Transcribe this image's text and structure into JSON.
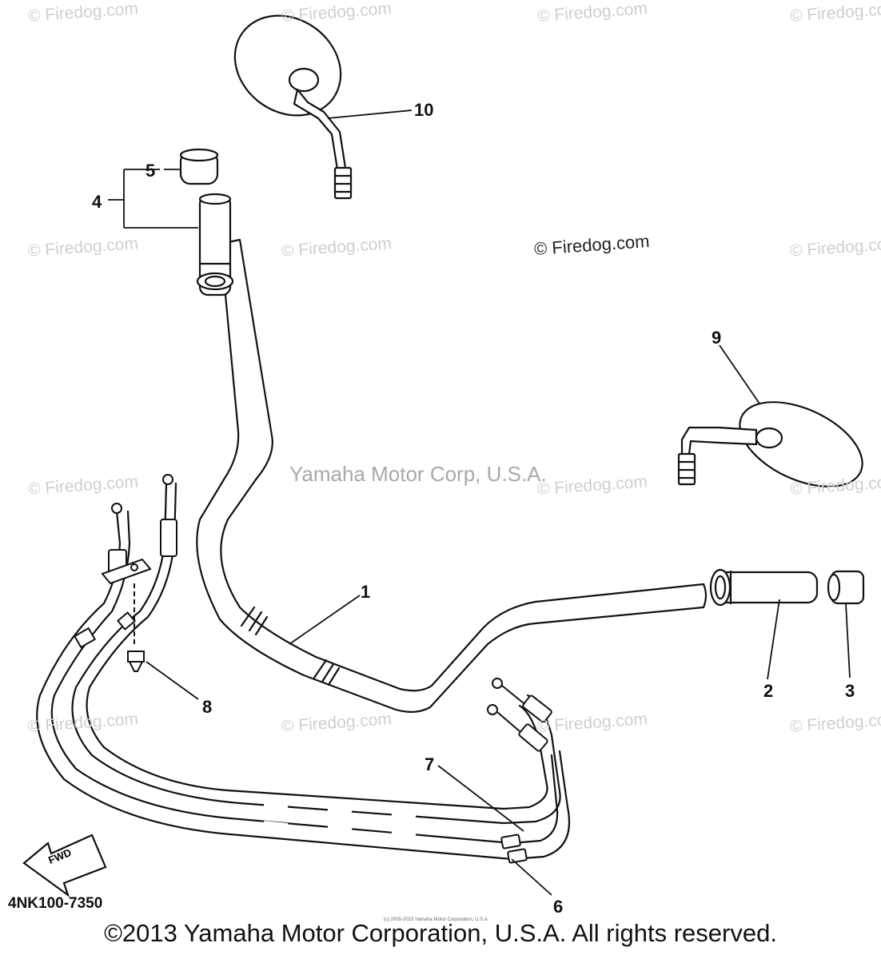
{
  "watermarks": {
    "small": "© Firedog.com",
    "prominent": "© Firedog.com",
    "center": "Yamaha Motor Corp, U.S.A."
  },
  "callouts": [
    "1",
    "2",
    "3",
    "4",
    "5",
    "6",
    "7",
    "8",
    "9",
    "10"
  ],
  "labels": {
    "part_code": "4NK100-7350",
    "tiny_copyright": "(c) 2005-2015 Yamaha Motor Corporation, U.S.A.",
    "footer": "©2013 Yamaha Motor Corporation, U.S.A. All rights reserved.",
    "fwd": "FWD"
  }
}
